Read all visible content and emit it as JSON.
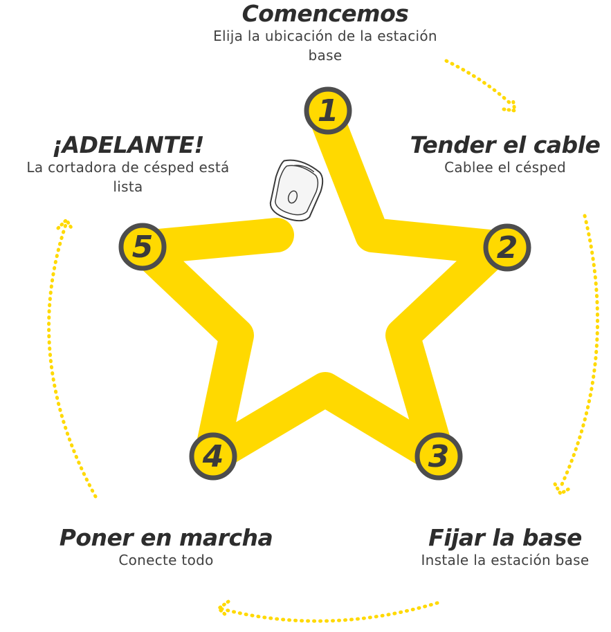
{
  "colors": {
    "star": "#FFD900",
    "node_fill": "#FFD900",
    "node_border": "#4d4d4d",
    "node_text": "#3a3a3a",
    "arrow": "#FFD900"
  },
  "steps": [
    {
      "number": "1",
      "title": "Comencemos",
      "description": "Elija la ubicación de la estación base"
    },
    {
      "number": "2",
      "title": "Tender el cable",
      "description": "Cablee el césped"
    },
    {
      "number": "3",
      "title": "Fijar la base",
      "description": "Instale la estación base"
    },
    {
      "number": "4",
      "title": "Poner en marcha",
      "description": "Conecte todo"
    },
    {
      "number": "5",
      "title": "¡ADELANTE!",
      "description": "La cortadora de césped está lista"
    }
  ],
  "icons": {
    "mower": "robotic-mower-icon",
    "arrow": "dotted-arrow-icon"
  }
}
